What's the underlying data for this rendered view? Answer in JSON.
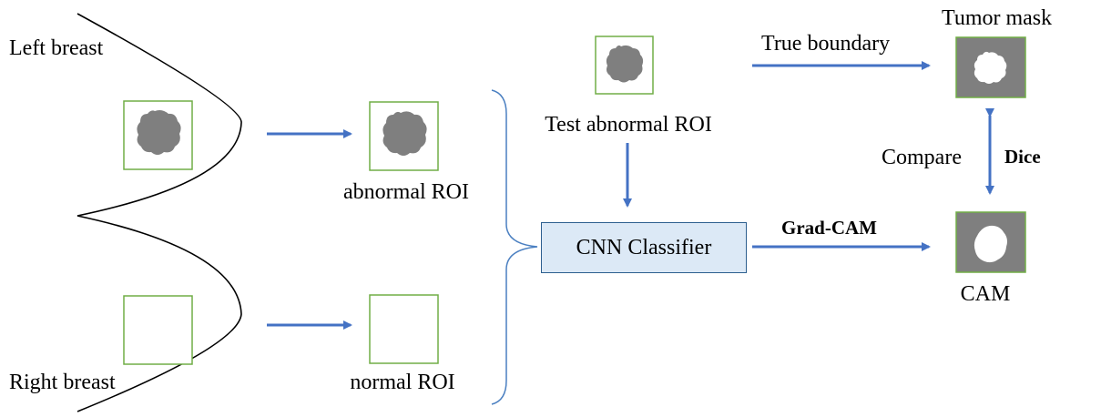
{
  "labels": {
    "left_breast": "Left breast",
    "right_breast": "Right breast",
    "abnormal_roi": "abnormal ROI",
    "normal_roi": "normal ROI",
    "test_abnormal_roi": "Test abnormal ROI",
    "cnn_classifier": "CNN Classifier",
    "true_boundary": "True boundary",
    "tumor_mask": "Tumor mask",
    "compare": "Compare",
    "dice": "Dice",
    "grad_cam": "Grad-CAM",
    "cam": "CAM"
  },
  "colors": {
    "arrow": "#4472c4",
    "roi_border": "#70ad47",
    "tumor": "#7f7f7f",
    "mask_bg": "#7f7f7f",
    "classifier_fill": "#dce9f6",
    "classifier_border": "#2d5f8f",
    "brace": "#4a7fc1"
  }
}
